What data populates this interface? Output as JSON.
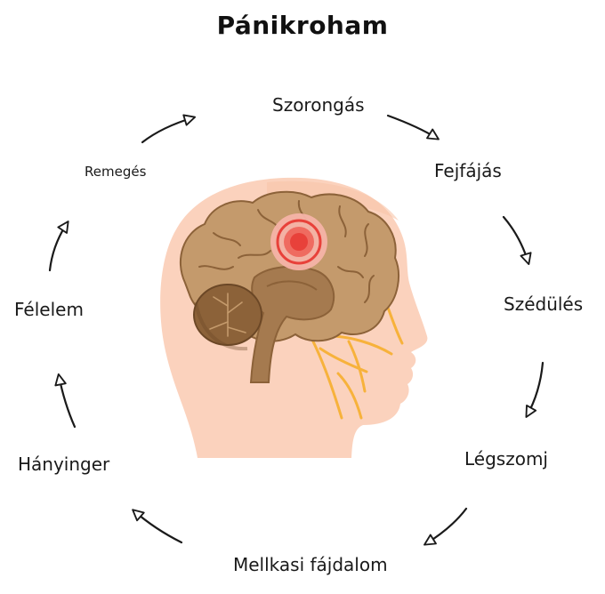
{
  "title": "Pánikroham",
  "cycle": [
    "Szorongás",
    "Fejfájás",
    "Szédülés",
    "Légszomj",
    "Mellkasi fájdalom",
    "Hányinger",
    "Félelem",
    "Remegés"
  ],
  "colors": {
    "skin": "#fbd2bd",
    "brain": "#c49a6c",
    "brain_dark": "#8c6239",
    "pain_marker": "#e8413a",
    "nerves": "#f7b23b",
    "arrows": "#1a1a1a"
  },
  "icons": [
    "head-silhouette-icon",
    "brain-icon",
    "pain-target-icon",
    "cycle-arrow-icon"
  ]
}
